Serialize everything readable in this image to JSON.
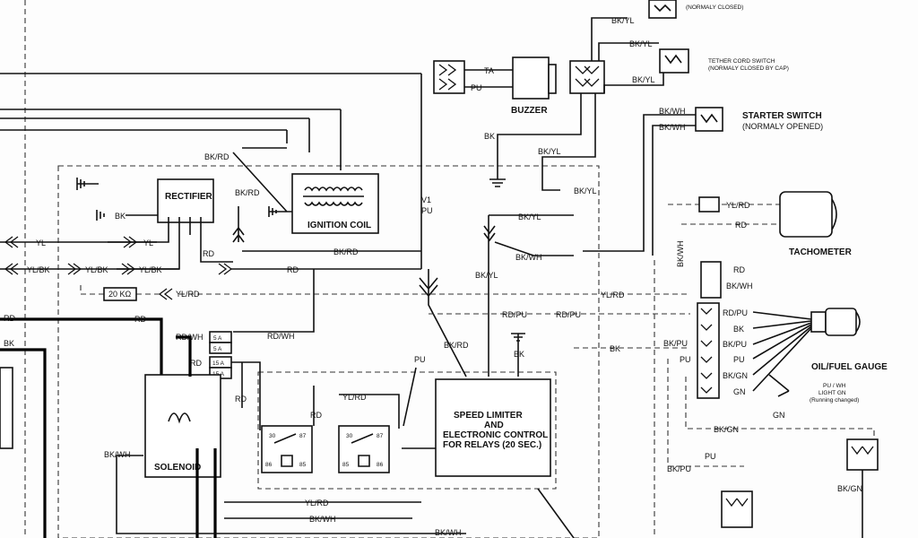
{
  "components": {
    "buzzer": "BUZZER",
    "rectifier": "RECTIFIER",
    "ignition_coil": "IGNITION COIL",
    "solenoid": "SOLENOID",
    "tachometer": "TACHOMETER",
    "oil_fuel_gauge": "OIL/FUEL GAUGE",
    "speed_limiter": [
      "SPEED LIMITER",
      "AND",
      "ELECTRONIC CONTROL",
      "FOR RELAYS (20 SEC.)"
    ],
    "resistor": "20 KΩ",
    "fuses": [
      "5 A",
      "5 A",
      "15 A",
      "15 A"
    ]
  },
  "switches": {
    "top_note": "(NORMALY CLOSED)",
    "tether": "TETHER CORD SWITCH",
    "tether_note": "(NORMALY CLOSED BY CAP)",
    "starter": "STARTER SWITCH",
    "starter_note": "(NORMALY OPENED)"
  },
  "relay_pins": {
    "p30": "30",
    "p87": "87",
    "p86": "86",
    "p85": "85"
  },
  "wires": {
    "bk_yl": "BK/YL",
    "bk_wh": "BK/WH",
    "bk_rd": "BK/RD",
    "ta": "TA",
    "pu": "PU",
    "bk": "BK",
    "yl": "YL",
    "yl_bk": "YL/BK",
    "yl_rd": "YL/RD",
    "rd": "RD",
    "rd_wh": "RD/WH",
    "rd_pu": "RD/PU",
    "bk_pu": "BK/PU",
    "bk_gn": "BK/GN",
    "gn": "GN",
    "v1": "V1"
  },
  "gauge_note": [
    "PU / WH",
    "LIGHT GN",
    "(Running changed)"
  ]
}
